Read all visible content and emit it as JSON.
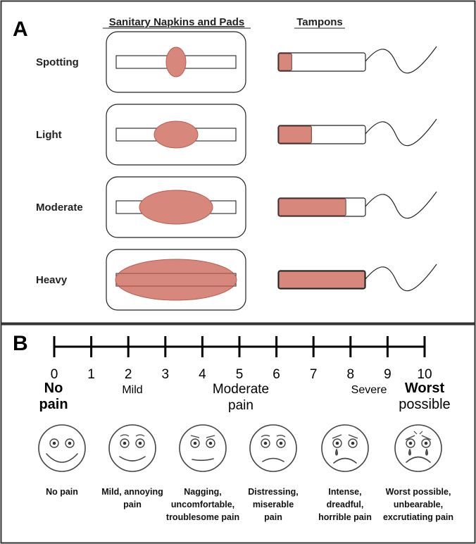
{
  "panel_a": {
    "letter": "A",
    "header_pads": "Sanitary Napkins and Pads",
    "header_tampons": "Tampons",
    "rows": [
      {
        "label": "Spotting",
        "level": 0.15
      },
      {
        "label": "Light",
        "level": 0.38
      },
      {
        "label": "Moderate",
        "level": 0.78
      },
      {
        "label": "Heavy",
        "level": 1.0
      }
    ],
    "colors": {
      "fill": "#d7877b",
      "stroke": "#b75d53",
      "line": "#222222"
    }
  },
  "panel_b": {
    "letter": "B",
    "scale_numbers": [
      "0",
      "1",
      "2",
      "3",
      "4",
      "5",
      "6",
      "7",
      "8",
      "9",
      "10"
    ],
    "scale_labels": {
      "no_pain_1": "No",
      "no_pain_2": "pain",
      "mild": "Mild",
      "moderate_1": "Moderate",
      "moderate_2": "pain",
      "severe": "Severe",
      "worst_1": "Worst",
      "worst_2": "possible"
    },
    "faces": [
      {
        "icon": "happy-face-icon",
        "lines": [
          "No pain"
        ]
      },
      {
        "icon": "slight-smile-face-icon",
        "lines": [
          "Mild, annoying",
          "pain"
        ]
      },
      {
        "icon": "neutral-face-icon",
        "lines": [
          "Nagging,",
          "uncomfortable,",
          "troublesome pain"
        ]
      },
      {
        "icon": "frown-face-icon",
        "lines": [
          "Distressing,",
          "miserable",
          "pain"
        ]
      },
      {
        "icon": "tearful-face-icon",
        "lines": [
          "Intense,",
          "dreadful,",
          "horrible pain"
        ]
      },
      {
        "icon": "crying-face-icon",
        "lines": [
          "Worst possible,",
          "unbearable,",
          "excrutiating pain"
        ]
      }
    ]
  }
}
